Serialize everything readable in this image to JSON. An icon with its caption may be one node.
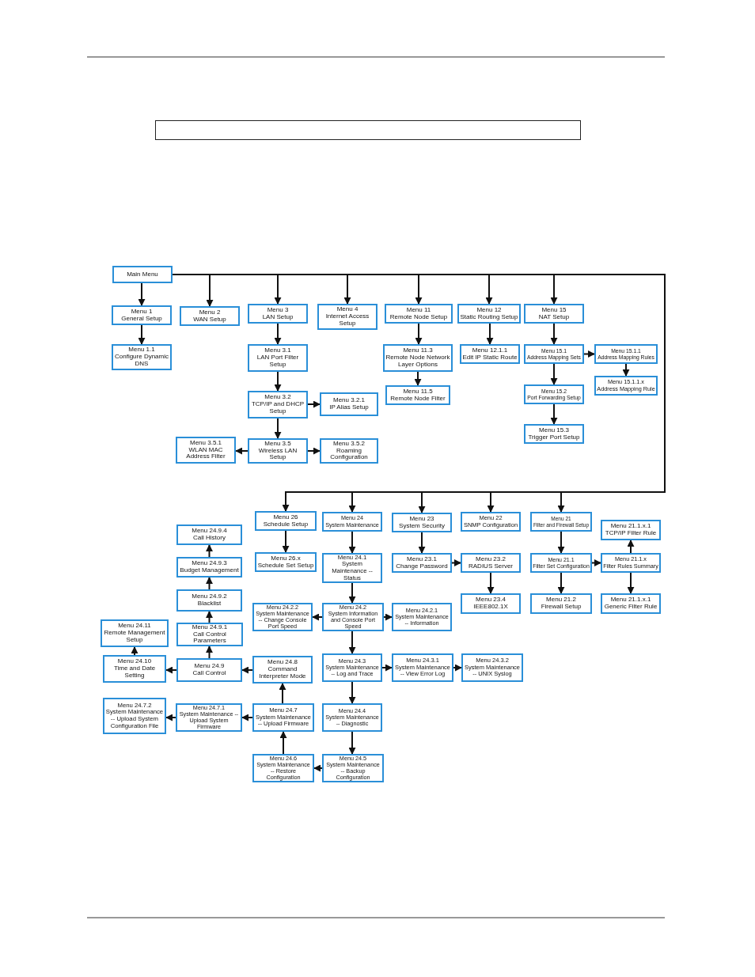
{
  "diagram": {
    "nodes": [
      {
        "text": [],
        "shape": "box"
      },
      {
        "text": [
          "Main Menu"
        ]
      },
      {
        "text": [
          "Menu 1",
          "General Setup"
        ]
      },
      {
        "text": [
          "Menu 2",
          "WAN Setup"
        ]
      },
      {
        "text": [
          "Menu 3",
          "LAN Setup"
        ]
      },
      {
        "text": [
          "Menu 4",
          "Internet Access Setup"
        ]
      },
      {
        "text": [
          "Menu 11",
          "Remote Node Setup"
        ]
      },
      {
        "text": [
          "Menu 12",
          "Static Routing Setup"
        ]
      },
      {
        "text": [
          "Menu 15",
          "NAT Setup"
        ]
      },
      {
        "text": [
          "Menu 1.1",
          "Configure Dynamic DNS"
        ]
      },
      {
        "text": [
          "Menu 3.1",
          "LAN Port Filter Setup"
        ]
      },
      {
        "text": [
          "Menu 11.3",
          "Remote Node Network Layer Options"
        ]
      },
      {
        "text": [
          "Menu 12.1.1",
          "Edit IP Static Route"
        ]
      },
      {
        "text": [
          "Menu 15.1",
          "Address Mapping Sets"
        ]
      },
      {
        "text": [
          "Menu 15.1.1",
          "Address Mapping Rules"
        ]
      },
      {
        "text": [
          "Menu 11.5",
          "Remote Node Filter"
        ]
      },
      {
        "text": [
          "Menu 15.1.1.x",
          "Address Mapping Rule"
        ]
      },
      {
        "text": [
          "Menu 15.2",
          "Port Forwarding Setup"
        ]
      },
      {
        "text": [
          "Menu 3.2",
          "TCP/IP and DHCP Setup"
        ]
      },
      {
        "text": [
          "Menu 3.2.1",
          "IP Alias Setup"
        ]
      },
      {
        "text": [
          "Menu 15.3",
          "Trigger Port Setup"
        ]
      },
      {
        "text": [
          "Menu 3.5.1",
          "WLAN MAC Address Filter"
        ]
      },
      {
        "text": [
          "Menu 3.5",
          "Wireless LAN Setup"
        ]
      },
      {
        "text": [
          "Menu 3.5.2",
          "Roaming Configuration"
        ]
      },
      {
        "text": [
          "Menu 26",
          "Schedule Setup"
        ]
      },
      {
        "text": [
          "Menu 24",
          "System Maintenance"
        ]
      },
      {
        "text": [
          "Menu 23",
          "System Security"
        ]
      },
      {
        "text": [
          "Menu 22",
          "SNMP Configuration"
        ]
      },
      {
        "text": [
          "Menu 21",
          "Filter and Firewall Setup"
        ]
      },
      {
        "text": [
          "Menu 21.1.x.1",
          "TCP/IP Filter Rule"
        ]
      },
      {
        "text": [
          "Menu 24.9.4",
          "Call History"
        ]
      },
      {
        "text": [
          "Menu 26.x",
          "Schedule Set Setup"
        ]
      },
      {
        "text": [
          "Menu 24.1",
          "System Maintenance -- Status"
        ]
      },
      {
        "text": [
          "Menu 23.1",
          "Change Password"
        ]
      },
      {
        "text": [
          "Menu 23.2",
          "RADIUS Server"
        ]
      },
      {
        "text": [
          "Menu 21.1",
          "Filter Set Configuration"
        ]
      },
      {
        "text": [
          "Menu 21.1.x",
          "Filter Rules Summary"
        ]
      },
      {
        "text": [
          "Menu 24.9.3",
          "Budget Management"
        ]
      },
      {
        "text": [
          "Menu 24.9.2",
          "Blacklist"
        ]
      },
      {
        "text": [
          "Menu 23.4",
          "IEEE802.1X"
        ]
      },
      {
        "text": [
          "Menu 21.2",
          "Firewall Setup"
        ]
      },
      {
        "text": [
          "Menu 21.1.x.1",
          "Generic Filter Rule"
        ]
      },
      {
        "text": [
          "Menu 24.2.2",
          "System Maintenance -- Change Console Port Speed"
        ]
      },
      {
        "text": [
          "Menu 24.2",
          "System Information and Console Port Speed"
        ]
      },
      {
        "text": [
          "Menu 24.2.1",
          "System Maintenance -- Information"
        ]
      },
      {
        "text": [
          "Menu 24.11",
          "Remote Management Setup"
        ]
      },
      {
        "text": [
          "Menu 24.9.1",
          "Call Control Parameters"
        ]
      },
      {
        "text": [
          "Menu 24.10",
          "Time and Date Setting"
        ]
      },
      {
        "text": [
          "Menu 24.9",
          "Call Control"
        ]
      },
      {
        "text": [
          "Menu 24.8",
          "Command Interpreter Mode"
        ]
      },
      {
        "text": [
          "Menu 24.3",
          "System Maintenance -- Log and Trace"
        ]
      },
      {
        "text": [
          "Menu 24.3.1",
          "System Maintenance -- View Error Log"
        ]
      },
      {
        "text": [
          "Menu 24.3.2",
          "System Maintenance -- UNIX Syslog"
        ]
      },
      {
        "text": [
          "Menu 24.7.2",
          "System Maintenance -- Upload System Configuration File"
        ]
      },
      {
        "text": [
          "Menu 24.7.1",
          "System Maintenance -- Upload System Firmware"
        ]
      },
      {
        "text": [
          "Menu 24.7",
          "System Maintenance -- Upload Firmware"
        ]
      },
      {
        "text": [
          "Menu 24.4",
          "System Maintenance -- Diagnostic"
        ]
      },
      {
        "text": [
          "Menu 24.6",
          "System Maintenance -- Restore Configuration"
        ]
      },
      {
        "text": [
          "Menu 24.5",
          "System Maintenance -- Backup Configuration"
        ]
      }
    ],
    "edges": [
      {
        "from": 1,
        "to": 2,
        "arrow": "to"
      },
      {
        "from": 1,
        "to": 3,
        "arrow": "to"
      },
      {
        "from": 1,
        "to": 4,
        "arrow": "to"
      },
      {
        "from": 1,
        "to": 5,
        "arrow": "to"
      },
      {
        "from": 1,
        "to": 6,
        "arrow": "to"
      },
      {
        "from": 1,
        "to": 7,
        "arrow": "to"
      },
      {
        "from": 1,
        "to": 8,
        "arrow": "to"
      },
      {
        "from": 1,
        "to": 24,
        "arrow": "to"
      },
      {
        "from": 1,
        "to": 25,
        "arrow": "to"
      },
      {
        "from": 1,
        "to": 26,
        "arrow": "to"
      },
      {
        "from": 1,
        "to": 27,
        "arrow": "to"
      },
      {
        "from": 1,
        "to": 28,
        "arrow": "to"
      },
      {
        "from": 2,
        "to": 9,
        "arrow": "to"
      },
      {
        "from": 4,
        "to": 10,
        "arrow": "to"
      },
      {
        "from": 10,
        "to": 18,
        "arrow": "to"
      },
      {
        "from": 18,
        "to": 19,
        "arrow": "to"
      },
      {
        "from": 18,
        "to": 22,
        "arrow": "to"
      },
      {
        "from": 22,
        "to": 21,
        "arrow": "to"
      },
      {
        "from": 22,
        "to": 23,
        "arrow": "to"
      },
      {
        "from": 6,
        "to": 11,
        "arrow": "to"
      },
      {
        "from": 11,
        "to": 15,
        "arrow": "to"
      },
      {
        "from": 7,
        "to": 12,
        "arrow": "to"
      },
      {
        "from": 8,
        "to": 13,
        "arrow": "to"
      },
      {
        "from": 13,
        "to": 14,
        "arrow": "to"
      },
      {
        "from": 14,
        "to": 16,
        "arrow": "to"
      },
      {
        "from": 13,
        "to": 17,
        "arrow": "to"
      },
      {
        "from": 17,
        "to": 20,
        "arrow": "to"
      },
      {
        "from": 24,
        "to": 31,
        "arrow": "to"
      },
      {
        "from": 25,
        "to": 32,
        "arrow": "to"
      },
      {
        "from": 32,
        "to": 43,
        "arrow": "to"
      },
      {
        "from": 43,
        "to": 42,
        "arrow": "to"
      },
      {
        "from": 43,
        "to": 44,
        "arrow": "to"
      },
      {
        "from": 43,
        "to": 50,
        "arrow": "to"
      },
      {
        "from": 50,
        "to": 51,
        "arrow": "to"
      },
      {
        "from": 51,
        "to": 52,
        "arrow": "to"
      },
      {
        "from": 50,
        "to": 56,
        "arrow": "to"
      },
      {
        "from": 56,
        "to": 58,
        "arrow": "to"
      },
      {
        "from": 58,
        "to": 57,
        "arrow": "to"
      },
      {
        "from": 57,
        "to": 55,
        "arrow": "to"
      },
      {
        "from": 55,
        "to": 54,
        "arrow": "to"
      },
      {
        "from": 54,
        "to": 53,
        "arrow": "to"
      },
      {
        "from": 55,
        "to": 49,
        "arrow": "to"
      },
      {
        "from": 49,
        "to": 48,
        "arrow": "to"
      },
      {
        "from": 48,
        "to": 47,
        "arrow": "to"
      },
      {
        "from": 47,
        "to": 45,
        "arrow": "to"
      },
      {
        "from": 48,
        "to": 46,
        "arrow": "to"
      },
      {
        "from": 46,
        "to": 38,
        "arrow": "to"
      },
      {
        "from": 38,
        "to": 37,
        "arrow": "to"
      },
      {
        "from": 37,
        "to": 30,
        "arrow": "to"
      },
      {
        "from": 26,
        "to": 33,
        "arrow": "to"
      },
      {
        "from": 33,
        "to": 34,
        "arrow": "to"
      },
      {
        "from": 34,
        "to": 39,
        "arrow": "to"
      },
      {
        "from": 28,
        "to": 35,
        "arrow": "to"
      },
      {
        "from": 35,
        "to": 40,
        "arrow": "to"
      },
      {
        "from": 35,
        "to": 36,
        "arrow": "to"
      },
      {
        "from": 36,
        "to": 29,
        "arrow": "to"
      },
      {
        "from": 36,
        "to": 41,
        "arrow": "to"
      }
    ]
  }
}
